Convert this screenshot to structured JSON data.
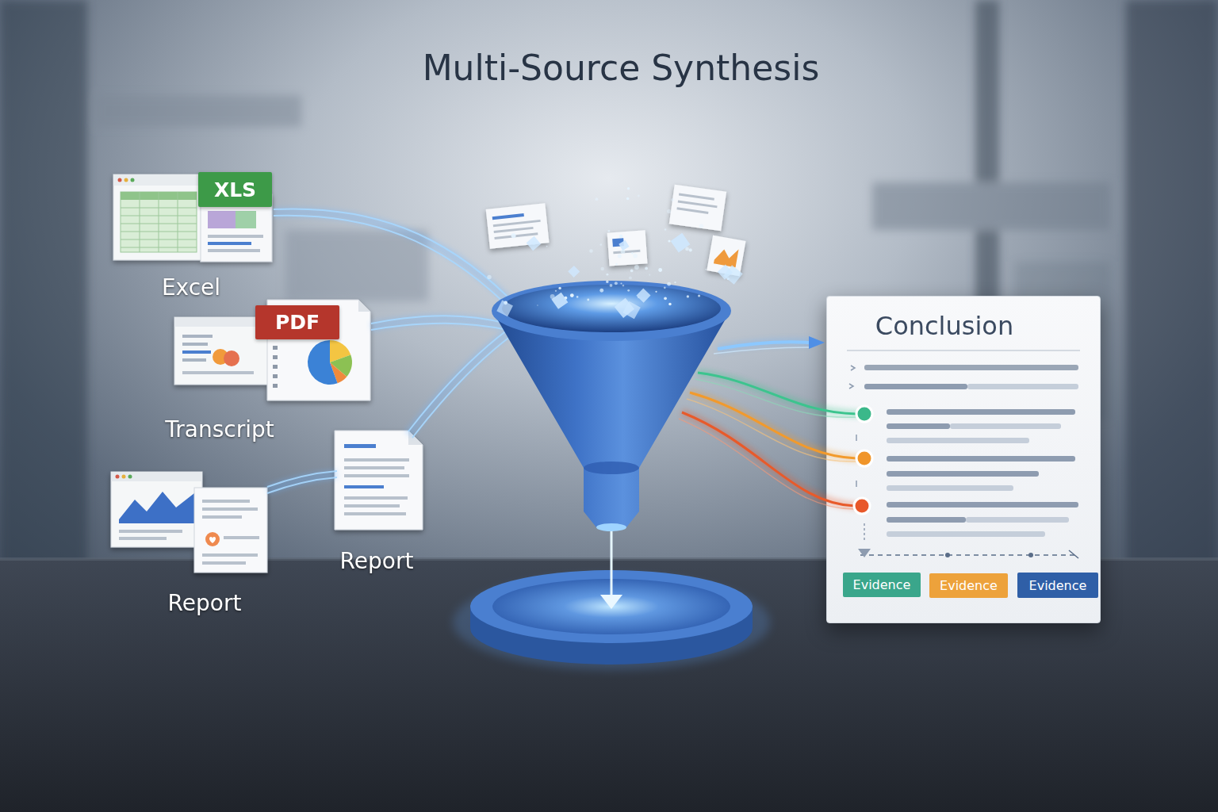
{
  "diagram": {
    "title": "Multi-Source Synthesis",
    "nodes": [
      {
        "text": [
          "Excel"
        ]
      },
      {
        "text": [
          "XLS"
        ],
        "in": 0
      },
      {
        "text": [
          "Transcript"
        ]
      },
      {
        "text": [
          "PDF"
        ],
        "in": 2
      },
      {
        "text": [
          "Report"
        ]
      },
      {
        "text": [
          "Report"
        ]
      },
      {
        "text": [
          "Conclusion"
        ]
      },
      {
        "text": [
          "Evidence"
        ],
        "in": 6
      },
      {
        "text": [
          "Evidence"
        ],
        "in": 6
      },
      {
        "text": [
          "Evidence"
        ],
        "in": 6
      }
    ]
  }
}
